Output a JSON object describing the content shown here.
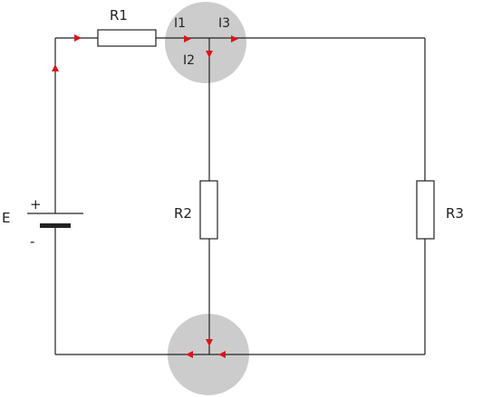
{
  "labels": {
    "r1": "R1",
    "r2": "R2",
    "r3": "R3",
    "e": "E",
    "plus": "+",
    "minus": "-",
    "i1": "I1",
    "i2": "I2",
    "i3": "I3"
  },
  "colors": {
    "wire": "#222222",
    "arrow": "#d9141e",
    "node_highlight": "#cccccc",
    "resistor_fill": "#ffffff"
  }
}
